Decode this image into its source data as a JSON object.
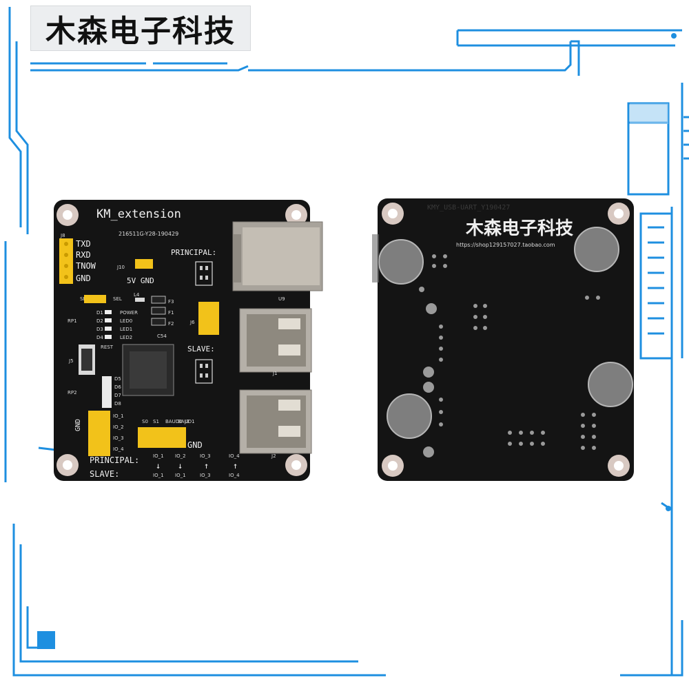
{
  "brand": {
    "title": "木森电子科技"
  },
  "front": {
    "title": "KM_extension",
    "code": "216511G-Y28-190429",
    "left_pins": [
      "TXD",
      "RXD",
      "TNOW",
      "GND"
    ],
    "j8": "J8",
    "j10": "J10",
    "j10_pins": "5V GND",
    "principal_label": "PRINCIPAL:",
    "slave_label": "SLAVE:",
    "leds": [
      "POWER",
      "LED0",
      "LED1",
      "LED2"
    ],
    "d_labels": [
      "D1",
      "D2",
      "D3",
      "D4"
    ],
    "d_labels2": [
      "D5",
      "D6",
      "D7",
      "D8"
    ],
    "rest": "REST",
    "sel": "SEL",
    "rp1": "RP1",
    "rp2": "RP2",
    "u9": "U9",
    "j1": "J1",
    "j2": "J2",
    "j3": "J3",
    "j5": "J5",
    "j6": "J6",
    "l4": "L4",
    "f3": "F3",
    "f1": "F1",
    "f2": "F2",
    "c54": "C54",
    "io_labels": [
      "IO_1",
      "IO_2",
      "IO_3",
      "IO_4"
    ],
    "gnd_side": "GND",
    "switch_labels": [
      "S0",
      "S1",
      "BAUD0",
      "BAUD1"
    ],
    "gnd_bottom": "GND",
    "bottom_principal": "PRINCIPAL:",
    "bottom_slave": "SLAVE:",
    "bottom_io_top": [
      "IO_1",
      "IO_2",
      "IO_3",
      "IO_4"
    ],
    "bottom_io_bottom": [
      "IO_1",
      "IO_1",
      "IO_3",
      "IO_4"
    ],
    "arrows": [
      "↓",
      "↓",
      "↑",
      "↑"
    ]
  },
  "back": {
    "code": "KMY_USB-UART_Y190427",
    "brand": "木森电子科技",
    "url": "https://shop129157027.taobao.com"
  },
  "colors": {
    "pcb": "#141414",
    "accent": "#1e8fe0",
    "header_yellow": "#f2c21a",
    "usb_metal": "#b5b0a8"
  }
}
